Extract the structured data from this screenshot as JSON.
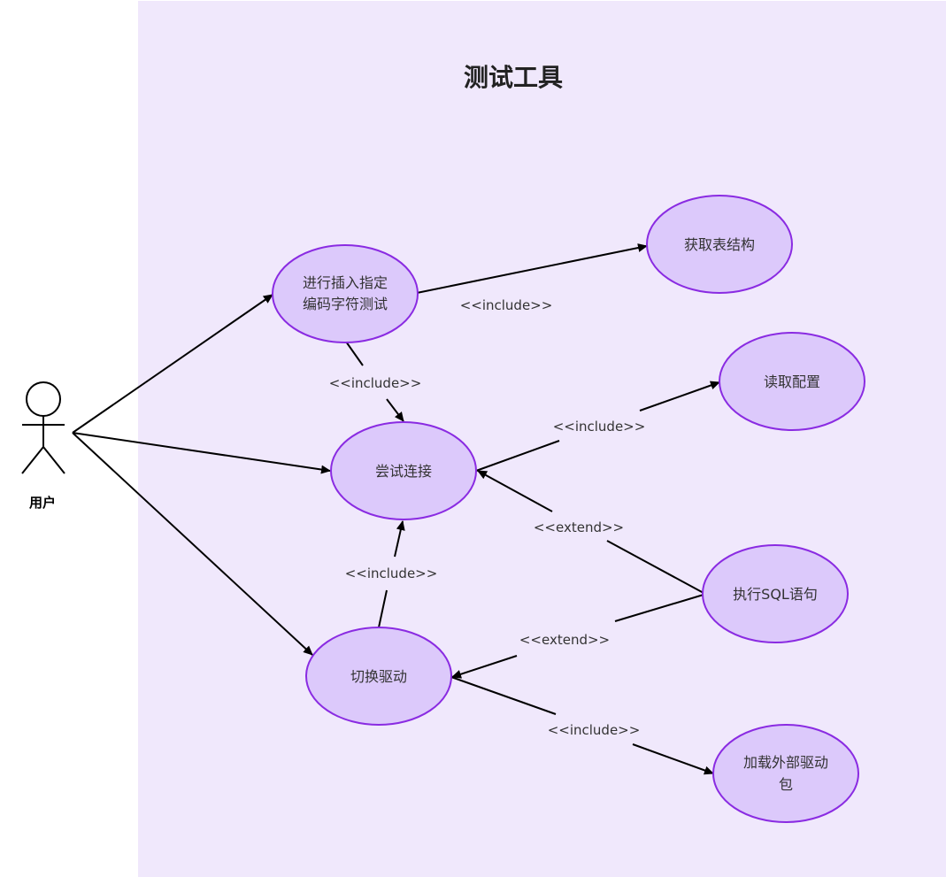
{
  "system": {
    "title": "测试工具",
    "background_color": "#f0e8fc"
  },
  "actor": {
    "label": "用户"
  },
  "use_cases": {
    "insert_test": {
      "line1": "进行插入指定",
      "line2": "编码字符测试"
    },
    "get_schema": {
      "label": "获取表结构"
    },
    "read_config": {
      "label": "读取配置"
    },
    "try_connect": {
      "label": "尝试连接"
    },
    "exec_sql": {
      "label": "执行SQL语句"
    },
    "switch_driver": {
      "label": "切换驱动"
    },
    "load_driver": {
      "line1": "加载外部驱动",
      "line2": "包"
    }
  },
  "relations": {
    "insert_get_schema": "<<include>>",
    "insert_try_connect": "<<include>>",
    "connect_read_config": "<<include>>",
    "exec_extend_connect": "<<extend>>",
    "switch_try_connect": "<<include>>",
    "exec_extend_switch": "<<extend>>",
    "switch_load_driver": "<<include>>"
  },
  "colors": {
    "use_case_fill": "#dcc9fb",
    "use_case_stroke": "#8a2be2",
    "line": "#000000"
  }
}
